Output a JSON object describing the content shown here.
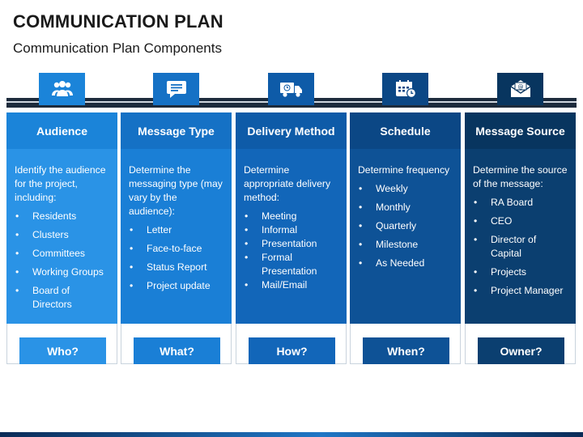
{
  "title": "COMMUNICATION PLAN",
  "subtitle": "Communication Plan Components",
  "columns": [
    {
      "icon": "people-icon",
      "heading": "Audience",
      "intro": "Identify the audience for the project, including:",
      "items": [
        "Residents",
        "Clusters",
        "Committees",
        "Working Groups",
        "Board of Directors"
      ],
      "question": "Who?",
      "colors": {
        "icon": "#1b84d9",
        "head": "#1b84d9",
        "body": "#2a93e6",
        "button": "#2a93e6"
      }
    },
    {
      "icon": "chat-bubble-icon",
      "heading": "Message Type",
      "intro": "Determine the messaging type (may vary by the audience):",
      "items": [
        "Letter",
        "Face-to-face",
        "Status Report",
        "Project update"
      ],
      "question": "What?",
      "colors": {
        "icon": "#1571c5",
        "head": "#1571c5",
        "body": "#1a7fd6",
        "button": "#1a7fd6"
      }
    },
    {
      "icon": "delivery-truck-icon",
      "heading": "Delivery Method",
      "intro": "Determine appropriate delivery method:",
      "items": [
        "Meeting",
        "Informal",
        "Presentation",
        "Formal Presentation",
        "Mail/Email"
      ],
      "question": "How?",
      "colors": {
        "icon": "#0e5ba8",
        "head": "#0e5ba8",
        "body": "#1266b9",
        "button": "#1266b9"
      }
    },
    {
      "icon": "calendar-clock-icon",
      "heading": "Schedule",
      "intro": "Determine frequency",
      "items": [
        "Weekly",
        "Monthly",
        "Quarterly",
        "Milestone",
        "As Needed"
      ],
      "question": "When?",
      "colors": {
        "icon": "#0b4785",
        "head": "#0b4785",
        "body": "#0e5296",
        "button": "#0e5296"
      }
    },
    {
      "icon": "email-envelope-icon",
      "heading": "Message Source",
      "intro": "Determine the source of the message:",
      "items": [
        "RA Board",
        "CEO",
        "Director of Capital",
        "Projects",
        "Project Manager"
      ],
      "question": "Owner?",
      "colors": {
        "icon": "#08355f",
        "head": "#08355f",
        "body": "#0b3f70",
        "button": "#0b3f70"
      }
    }
  ]
}
